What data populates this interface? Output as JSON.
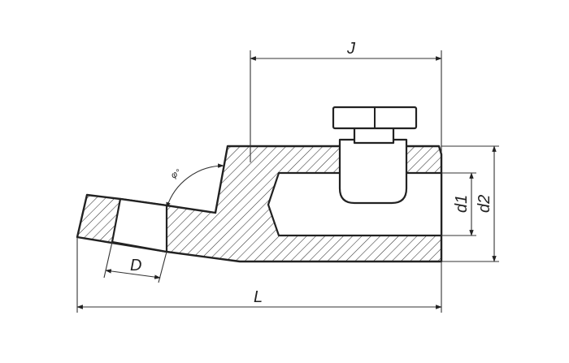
{
  "labels": {
    "length": "L",
    "width": "J",
    "hole": "D",
    "bore_inner": "d1",
    "bore_outer": "d2",
    "angle": "φ°"
  },
  "colors": {
    "line": "#222222",
    "background": "#ffffff"
  }
}
